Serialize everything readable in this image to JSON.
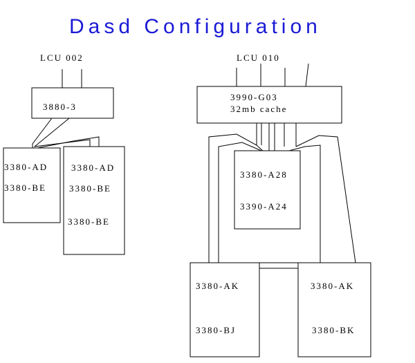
{
  "title": "Dasd Configuration",
  "colors": {
    "title": "#1a1ad6",
    "lines": "#000000",
    "background": "#ffffff"
  },
  "left_group": {
    "lcu_label": "LCU 002",
    "controller": "3880-3",
    "unit_a": {
      "line1": "3380-AD",
      "line2": "3380-BE"
    },
    "unit_b": {
      "line1": "3380-AD",
      "line2": "3380-BE",
      "line3": "3380-BE"
    }
  },
  "right_group": {
    "lcu_label": "LCU 010",
    "controller_line1": "3990-G03",
    "controller_line2": "32mb cache",
    "center_unit": {
      "line1": "3380-A28",
      "line2": "3390-A24"
    },
    "left_unit": {
      "line1": "3380-AK",
      "line2": "3380-BJ"
    },
    "right_unit": {
      "line1": "3380-AK",
      "line2": "3380-BK"
    }
  }
}
